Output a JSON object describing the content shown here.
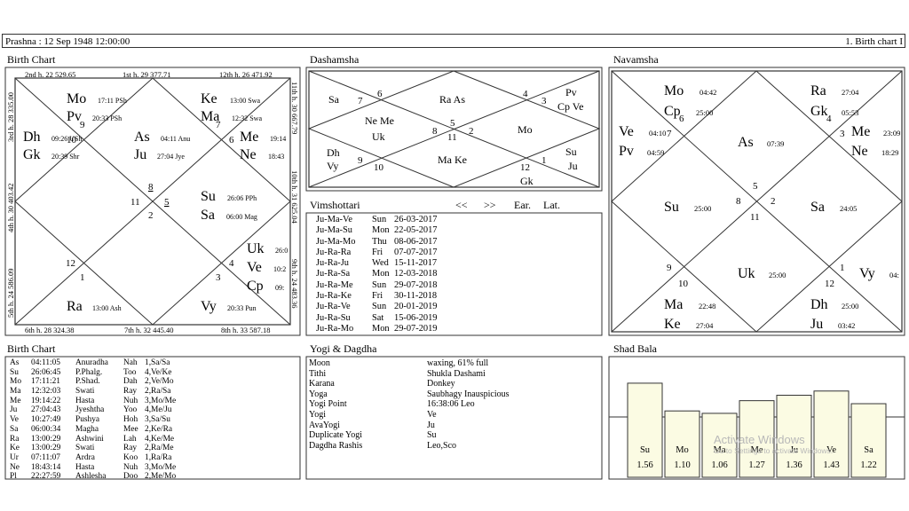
{
  "header": {
    "left": "Prashna :   12 Sep 1948  12:00:00",
    "right": "1. Birth chart I"
  },
  "panels": {
    "birth_chart": "Birth Chart",
    "dashamsha": "Dashamsha",
    "navamsha": "Navamsha",
    "vimshottari": "Vimshottari",
    "birth_table": "Birth Chart",
    "yogi": "Yogi & Dagdha",
    "shad_bala": "Shad Bala"
  },
  "birth_chart": {
    "cusps": {
      "top_left": "2nd h.  22  529.65",
      "top_mid": "1st h.  29  377.71",
      "top_right": "12th h.  26  471.92",
      "bot_left": "6th h.  28  324.38",
      "bot_mid": "7th h.  32  445.40",
      "bot_right": "8th h.  33  587.18",
      "left_top": "3rd h.  28  335.00",
      "left_mid": "4th h.  30  403.42",
      "left_bot": "5th h.  24  586.09",
      "right_top": "11th h.  30  667.79",
      "right_mid": "10th h.  31  625.04",
      "right_bot": "9th h.  24  483.36"
    },
    "house_numbers": {
      "h1": "8",
      "h2": "9",
      "h3": "10",
      "h4": "11",
      "h5": "12",
      "h6": "1",
      "h7": "2",
      "h8": "3",
      "h9": "4",
      "h10": "5",
      "h11": "6",
      "h12": "7"
    },
    "planets": {
      "mo": "Mo",
      "mo_d": "17:11  PSh",
      "pv": "Pv",
      "pv_d": "20:33  PSh",
      "ke": "Ke",
      "ke_d": "13:00  Swa",
      "ma": "Ma",
      "ma_d": "12:32  Swa",
      "dh": "Dh",
      "dh_d": "09:26  USh",
      "gk": "Gk",
      "gk_d": "20:39  Shr",
      "as": "As",
      "as_d": "04:11  Anu",
      "ju": "Ju",
      "ju_d": "27:04  Jye",
      "me": "Me",
      "me_d": "19:14",
      "ne": "Ne",
      "ne_d": "18:43",
      "su": "Su",
      "su_d": "26:06  PPh",
      "sa": "Sa",
      "sa_d": "06:00  Mag",
      "uk": "Uk",
      "uk_d": "26:0",
      "ve": "Ve",
      "ve_d": "10:2",
      "cp": "Cp",
      "cp_d": "09:",
      "ra": "Ra",
      "ra_d": "13:00  Ash",
      "vy": "Vy",
      "vy_d": "20:33  Pun"
    }
  },
  "dashamsha": {
    "nums": {
      "n6": "6",
      "n7": "7",
      "n4": "4",
      "n3": "3",
      "n5": "5",
      "n8": "8",
      "n11": "11",
      "n2": "2",
      "n9": "9",
      "n10": "10",
      "n12": "12",
      "n1": "1"
    },
    "labels": {
      "sa": "Sa",
      "raas": "Ra As",
      "pv": "Pv",
      "cpve": "Cp Ve",
      "neme": "Ne Me",
      "uk": "Uk",
      "mo": "Mo",
      "dh": "Dh",
      "vy": "Vy",
      "make": "Ma Ke",
      "su": "Su",
      "ju": "Ju",
      "gk": "Gk"
    }
  },
  "navamsha": {
    "nums": {
      "n6": "6",
      "n7": "7",
      "n4": "4",
      "n3": "3",
      "n5": "5",
      "n8": "8",
      "n2": "2",
      "n11": "11",
      "n9": "9",
      "n10": "10",
      "n12": "12",
      "n1": "1"
    },
    "labels": {
      "mo": "Mo",
      "mo_d": "04:42",
      "cp": "Cp",
      "cp_d": "25:00",
      "ra": "Ra",
      "ra_d": "27:04",
      "gk": "Gk",
      "gk_d": "05:53",
      "ve": "Ve",
      "ve_d": "04:10",
      "pv": "Pv",
      "pv_d": "04:59",
      "as": "As",
      "as_d": "07:39",
      "me": "Me",
      "me_d": "23:09",
      "ne": "Ne",
      "ne_d": "18:29",
      "su": "Su",
      "su_d": "25:00",
      "sa": "Sa",
      "sa_d": "24:05",
      "uk": "Uk",
      "uk_d": "25:00",
      "vy": "Vy",
      "vy_d": "04:",
      "ma": "Ma",
      "ma_d": "22:48",
      "ke": "Ke",
      "ke_d": "27:04",
      "dh": "Dh",
      "dh_d": "25:00",
      "ju": "Ju",
      "ju_d": "03:42"
    }
  },
  "vimshottari_nav": {
    "prev": "<<",
    "next": ">>",
    "ear": "Ear.",
    "lat": "Lat."
  },
  "vimshottari": [
    {
      "p": "Ju-Ma-Ve",
      "d": "Sun",
      "t": "26-03-2017"
    },
    {
      "p": "Ju-Ma-Su",
      "d": "Mon",
      "t": "22-05-2017"
    },
    {
      "p": "Ju-Ma-Mo",
      "d": "Thu",
      "t": "08-06-2017"
    },
    {
      "p": "Ju-Ra-Ra",
      "d": "Fri",
      "t": "07-07-2017"
    },
    {
      "p": "Ju-Ra-Ju",
      "d": "Wed",
      "t": "15-11-2017"
    },
    {
      "p": "Ju-Ra-Sa",
      "d": "Mon",
      "t": "12-03-2018"
    },
    {
      "p": "Ju-Ra-Me",
      "d": "Sun",
      "t": "29-07-2018"
    },
    {
      "p": "Ju-Ra-Ke",
      "d": "Fri",
      "t": "30-11-2018"
    },
    {
      "p": "Ju-Ra-Ve",
      "d": "Sun",
      "t": "20-01-2019"
    },
    {
      "p": "Ju-Ra-Su",
      "d": "Sat",
      "t": "15-06-2019"
    },
    {
      "p": "Ju-Ra-Mo",
      "d": "Mon",
      "t": "29-07-2019"
    }
  ],
  "birth_table": [
    [
      "As",
      "04:11:05",
      "Anuradha",
      "Nah",
      "1,Sa/Sa"
    ],
    [
      "Su",
      "26:06:45",
      "P.Phalg.",
      "Too",
      "4,Ve/Ke"
    ],
    [
      "Mo",
      "17:11:21",
      "P.Shad.",
      "Dah",
      "2,Ve/Mo"
    ],
    [
      "Ma",
      "12:32:03",
      "Swati",
      "Ray",
      "2,Ra/Sa"
    ],
    [
      "Me",
      "19:14:22",
      "Hasta",
      "Nuh",
      "3,Mo/Me"
    ],
    [
      "Ju",
      "27:04:43",
      "Jyeshtha",
      "Yoo",
      "4,Me/Ju"
    ],
    [
      "Ve",
      "10:27:49",
      "Pushya",
      "Hoh",
      "3,Sa/Su"
    ],
    [
      "Sa",
      "06:00:34",
      "Magha",
      "Mee",
      "2,Ke/Ra"
    ],
    [
      "Ra",
      "13:00:29",
      "Ashwini",
      "Lah",
      "4,Ke/Me"
    ],
    [
      "Ke",
      "13:00:29",
      "Swati",
      "Ray",
      "2,Ra/Me"
    ],
    [
      "Ur",
      "07:11:07",
      "Ardra",
      "Koo",
      "1,Ra/Ra"
    ],
    [
      "Ne",
      "18:43:14",
      "Hasta",
      "Nuh",
      "3,Mo/Me"
    ],
    [
      "Pl",
      "22:27:59",
      "Ashlesha",
      "Doo",
      "2,Me/Mo"
    ]
  ],
  "yogi": [
    [
      "Moon",
      "waxing, 61% full"
    ],
    [
      "Tithi",
      "Shukla  Dashami"
    ],
    [
      "Karana",
      "Donkey"
    ],
    [
      "Yoga",
      "Saubhagy Inauspicious"
    ],
    [
      "Yogi Point",
      "16:38:06 Leo"
    ],
    [
      "Yogi",
      "Ve"
    ],
    [
      "AvaYogi",
      "Ju"
    ],
    [
      "Duplicate Yogi",
      "Su"
    ],
    [
      "Dagdha Rashis",
      "Leo,Sco"
    ]
  ],
  "shad_bala": [
    {
      "planet": "Su",
      "value": "1.56"
    },
    {
      "planet": "Mo",
      "value": "1.10"
    },
    {
      "planet": "Ma",
      "value": "1.06"
    },
    {
      "planet": "Me",
      "value": "1.27"
    },
    {
      "planet": "Ju",
      "value": "1.36"
    },
    {
      "planet": "Ve",
      "value": "1.43"
    },
    {
      "planet": "Sa",
      "value": "1.22"
    }
  ],
  "watermark": {
    "line1": "Activate Windows",
    "line2": "Go to Settings to activate Windows."
  },
  "colors": {
    "bar_fill": "#fbfbe3",
    "border": "#333333",
    "watermark": "#b8b8b8"
  }
}
